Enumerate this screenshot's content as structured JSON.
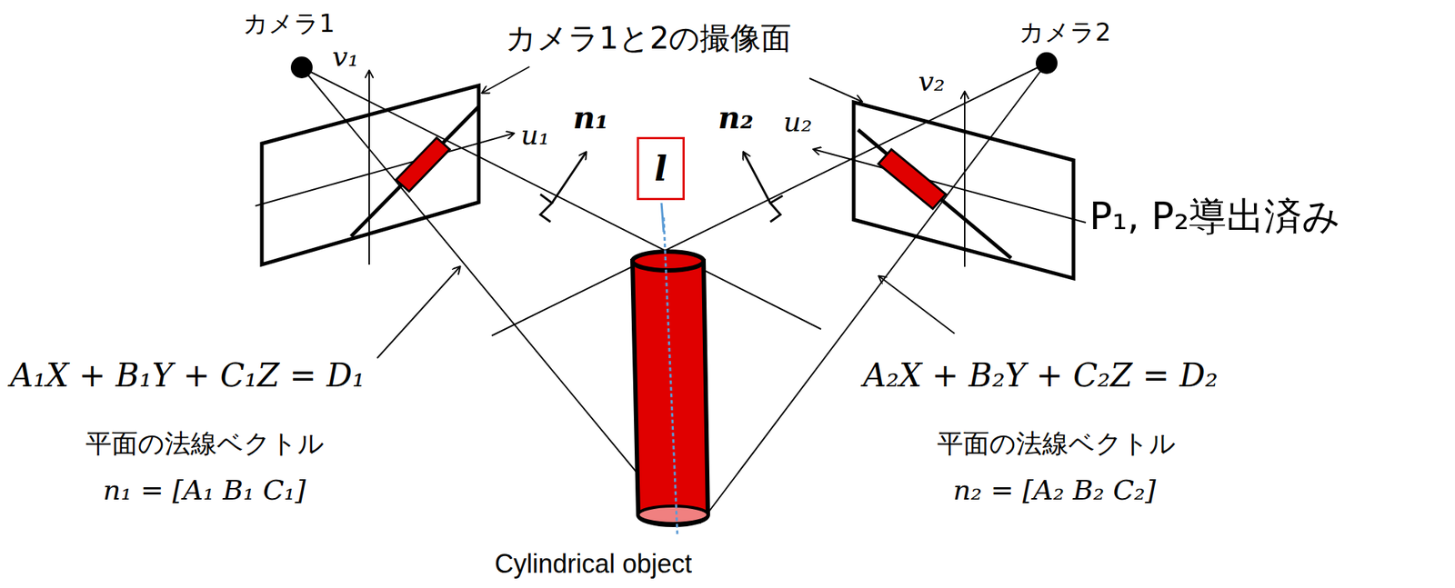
{
  "diagram": {
    "nodes": [
      {
        "text": [
          "l"
        ]
      }
    ],
    "labels": [
      "カメラ1",
      "カメラ1と2の撮像面",
      "カメラ2",
      "v₁",
      "u₁",
      "n₁",
      "n₂",
      "u₂",
      "v₂",
      "P₁, P₂導出済み",
      "A₁X + B₁Y + C₁Z = D₁",
      "A₂X + B₂Y + C₂Z = D₂",
      "平面の法線ベクトル",
      "n₁ = [A₁ B₁ C₁]",
      "平面の法線ベクトル",
      "n₂ = [A₂ B₂ C₂]",
      "Cylindrical object"
    ]
  }
}
